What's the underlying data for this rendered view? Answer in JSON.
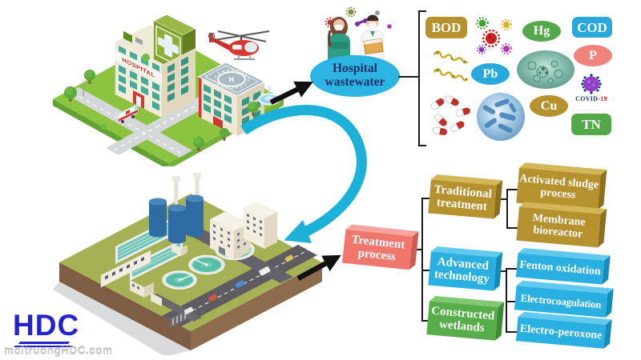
{
  "colors": {
    "gold": "#b6922f",
    "gold_light": "#d3b657",
    "gold_dark": "#8e6f1f",
    "cyan": "#29a8dc",
    "cyan_light": "#62c9ee",
    "cyan_dark": "#148bb8",
    "green": "#55a74c",
    "green_light": "#7fc973",
    "green_dark": "#3c8a33",
    "salmon": "#f0776e",
    "salmon_light": "#f6a59d",
    "salmon_dark": "#d05a52",
    "ellipse_fill": "#2cb4e2",
    "ellipse_text": "#1c2e6e",
    "line": "#1a1a1a",
    "flow_arrow": "#1db0d9"
  },
  "hospital_scene": {
    "sign": "HOSPITAL",
    "helipad_letter": "H"
  },
  "source_node": {
    "line1": "Hospital",
    "line2": "wastewater"
  },
  "contaminants": {
    "bod": "BOD",
    "hg": "Hg",
    "cod": "COD",
    "p": "P",
    "pb": "Pb",
    "cu": "Cu",
    "tn": "TN",
    "covid_main": "COVID",
    "covid_suffix": "-19"
  },
  "flowchart": {
    "root": {
      "line1": "Treatment",
      "line2": "process"
    },
    "traditional": {
      "line1": "Traditional",
      "line2": "treatment"
    },
    "activated": {
      "line1": "Activated sludge",
      "line2": "process"
    },
    "membrane": {
      "line1": "Membrane",
      "line2": "bioreactor"
    },
    "advanced": {
      "line1": "Advanced",
      "line2": "technology"
    },
    "fenton": "Fenton oxidation",
    "electrocoagulation": "Electrocoagulation",
    "electroperoxone": "Electro-peroxone",
    "constructed": {
      "line1": "Constructed",
      "line2": "wetlands"
    }
  },
  "logo": {
    "text": "HDC",
    "watermark": "moitruongHDC.com"
  }
}
